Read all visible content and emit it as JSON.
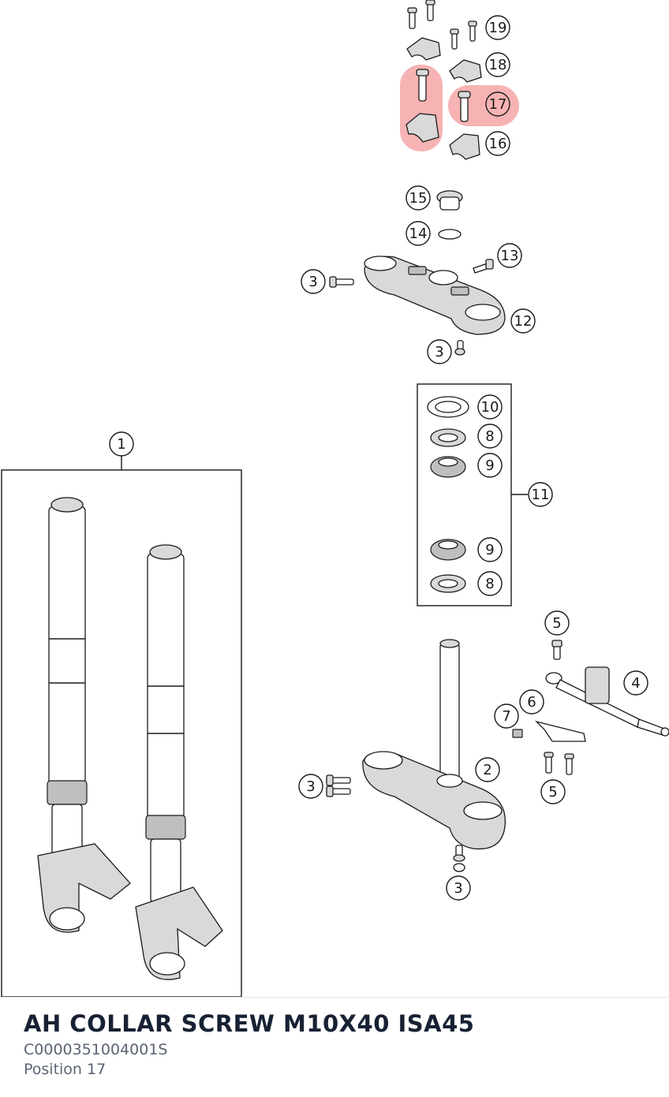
{
  "diagram": {
    "callouts": [
      "19",
      "18",
      "17",
      "16",
      "15",
      "14",
      "13",
      "3",
      "12",
      "3",
      "10",
      "8",
      "9",
      "11",
      "9",
      "8",
      "1",
      "5",
      "4",
      "6",
      "7",
      "2",
      "3",
      "5",
      "3"
    ],
    "highlighted_position": "17",
    "highlight_color": "#f28b8b"
  },
  "footer": {
    "part_title": "AH COLLAR SCREW M10X40 ISA45",
    "part_number": "C0000351004001S",
    "position_label": "Position 17"
  }
}
